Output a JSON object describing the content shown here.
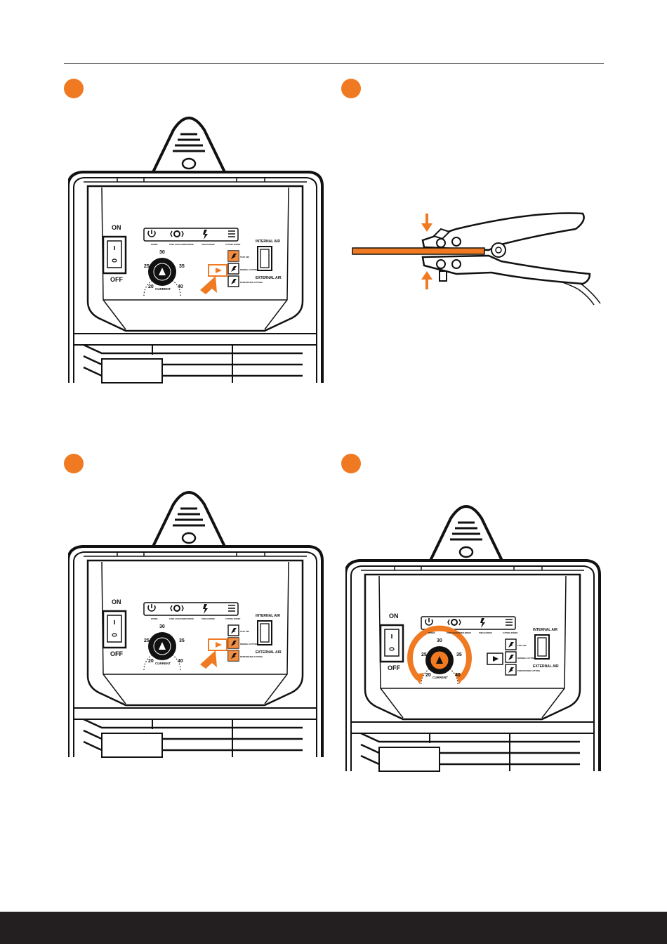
{
  "panel": {
    "on": "ON",
    "off": "OFF",
    "current": "CURRENT",
    "scale": [
      "20",
      "25",
      "30",
      "35",
      "40"
    ],
    "internal_air": "INTERNAL AIR",
    "external_air": "EXTERNAL AIR",
    "indicators": [
      "POWER",
      "OVER LOAD POWER ERROR",
      "TORCH ERROR",
      "CUTTING POWER"
    ],
    "modes": [
      "TEST AIR",
      "NORMAL CUTTING",
      "PERFORATED CUTTING"
    ]
  },
  "colors": {
    "accent": "#f07a22",
    "ink": "#231f20",
    "footer": "#231f20"
  }
}
